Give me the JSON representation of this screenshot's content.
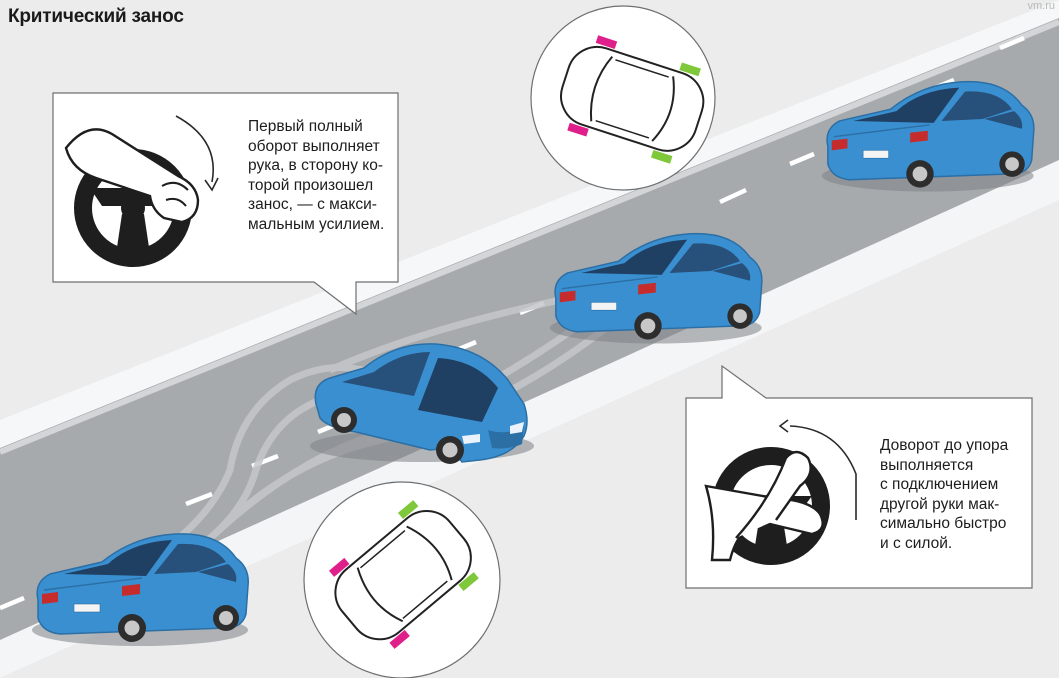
{
  "title": "Критический занос",
  "watermark": "vm.ru",
  "callout_first": {
    "lines": [
      "Первый полный",
      "оборот выполняет",
      "рука, в сторону ко-",
      "торой произошел",
      "занос, — с макси-",
      "мальным усилием."
    ]
  },
  "callout_second": {
    "lines": [
      "Доворот до упора",
      "выполняется",
      "с подключением",
      "другой руки мак-",
      "симально быстро",
      "и с силой."
    ]
  },
  "colors": {
    "car_body": "#3a8fd0",
    "front_wheel_marker": "#e0208a",
    "rear_wheel_marker": "#7ec83a",
    "road": "#a6a9ac",
    "snow": "#f2f3f5"
  }
}
